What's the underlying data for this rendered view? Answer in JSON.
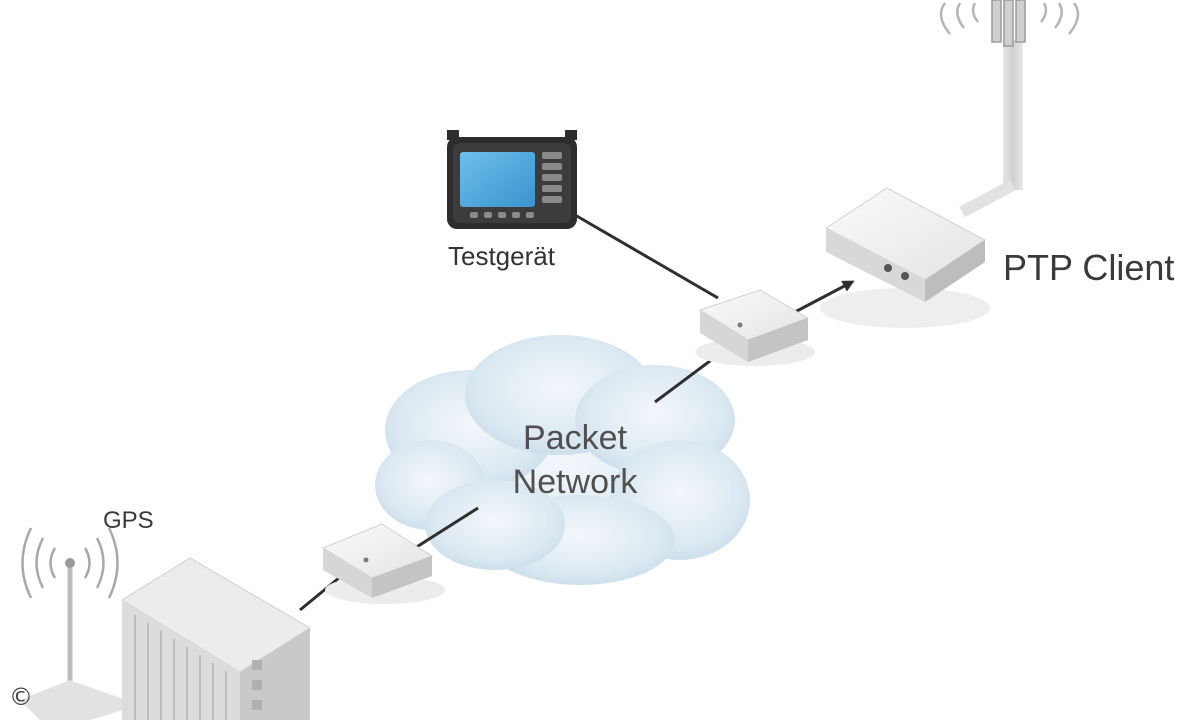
{
  "labels": {
    "test_device": "Testgerät",
    "ptp_client": "PTP Client",
    "gps": "GPS",
    "cloud_line1": "Packet",
    "cloud_line2": "Network"
  },
  "copyright": "©",
  "colors": {
    "cloud": "#dce9f2",
    "device_light": "#f1f1f1",
    "device_dark": "#bdbdbd",
    "screen": "#4aa6dd",
    "link": "#2f2f2f"
  }
}
